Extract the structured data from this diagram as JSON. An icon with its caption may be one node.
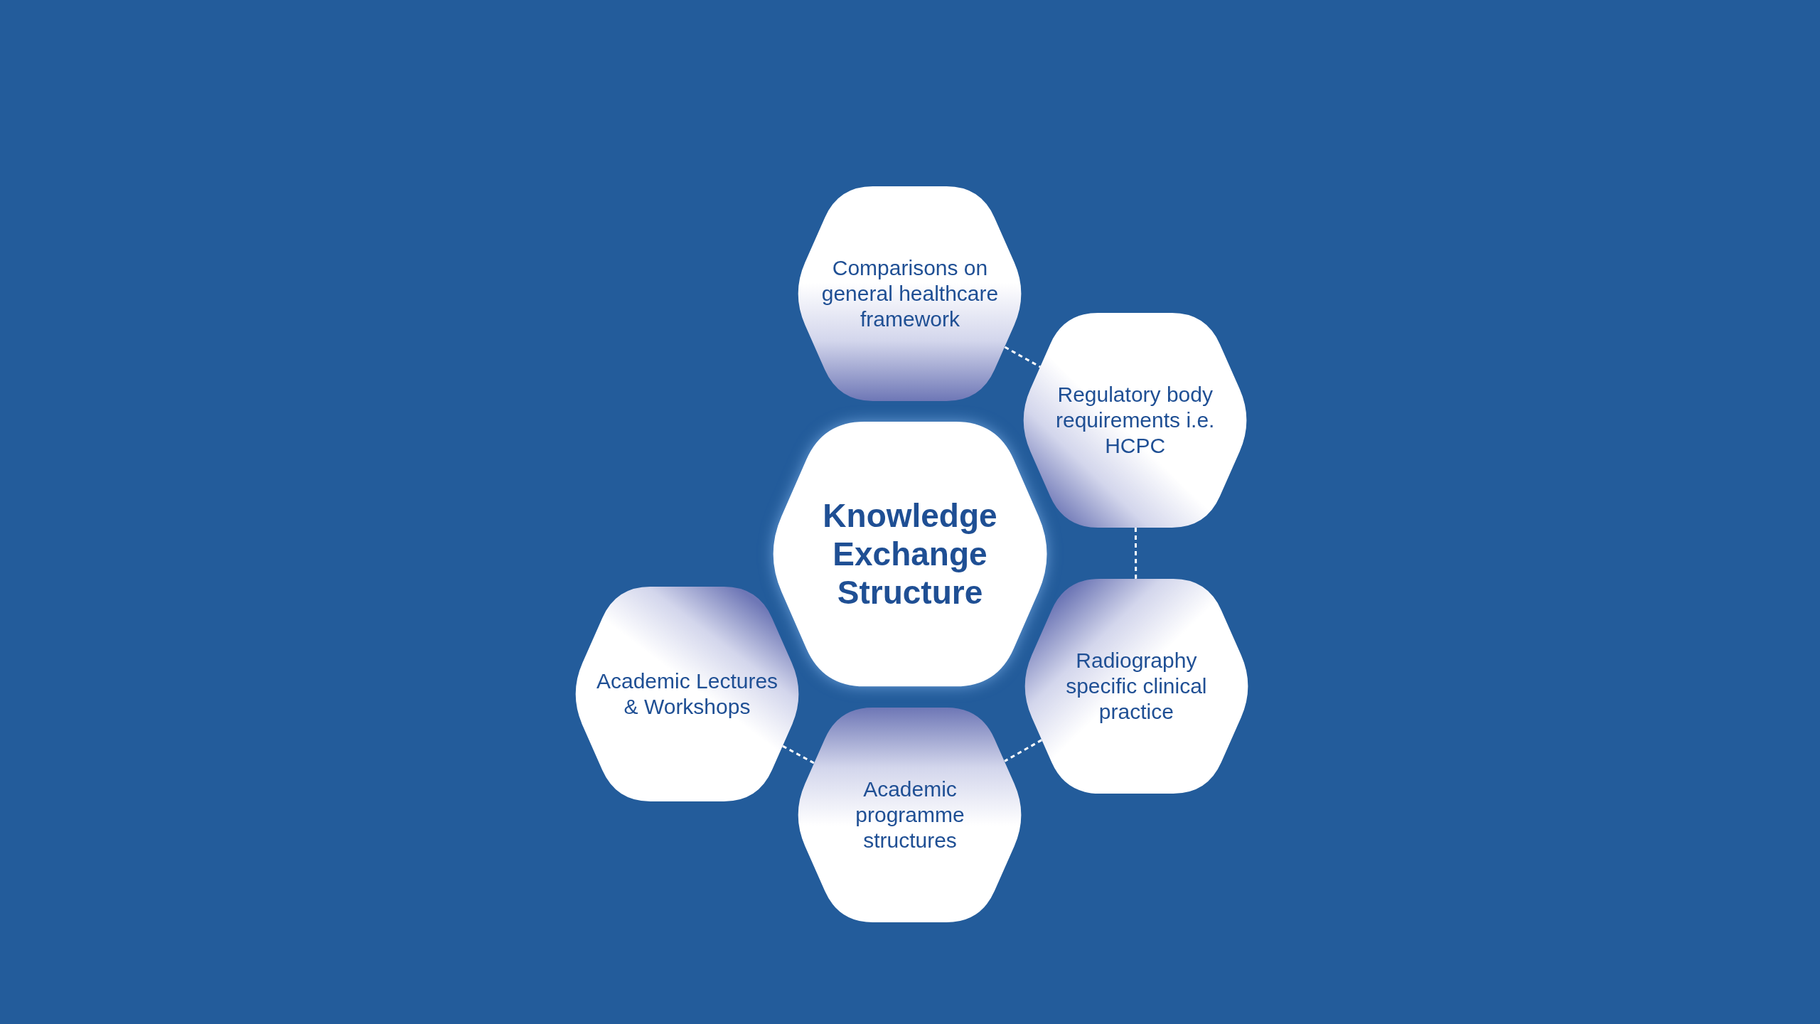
{
  "diagram": {
    "nodes": [
      {
        "text": [
          "Comparisons on general healthcare framework"
        ]
      },
      {
        "text": [
          "Regulatory body requirements i.e. HCPC"
        ]
      },
      {
        "text": [
          "Knowledge Exchange Structure"
        ]
      },
      {
        "text": [
          "Academic Lectures & Workshops"
        ]
      },
      {
        "text": [
          "Radiography specific clinical practice"
        ]
      },
      {
        "text": [
          "Academic programme structures"
        ]
      }
    ],
    "edges": [
      {
        "from": 0,
        "to": 1,
        "arrow": "none",
        "style": "dashed"
      },
      {
        "from": 1,
        "to": 4,
        "arrow": "none",
        "style": "dashed"
      },
      {
        "from": 4,
        "to": 5,
        "arrow": "none",
        "style": "dashed"
      },
      {
        "from": 3,
        "to": 5,
        "arrow": "none",
        "style": "dashed"
      }
    ]
  }
}
